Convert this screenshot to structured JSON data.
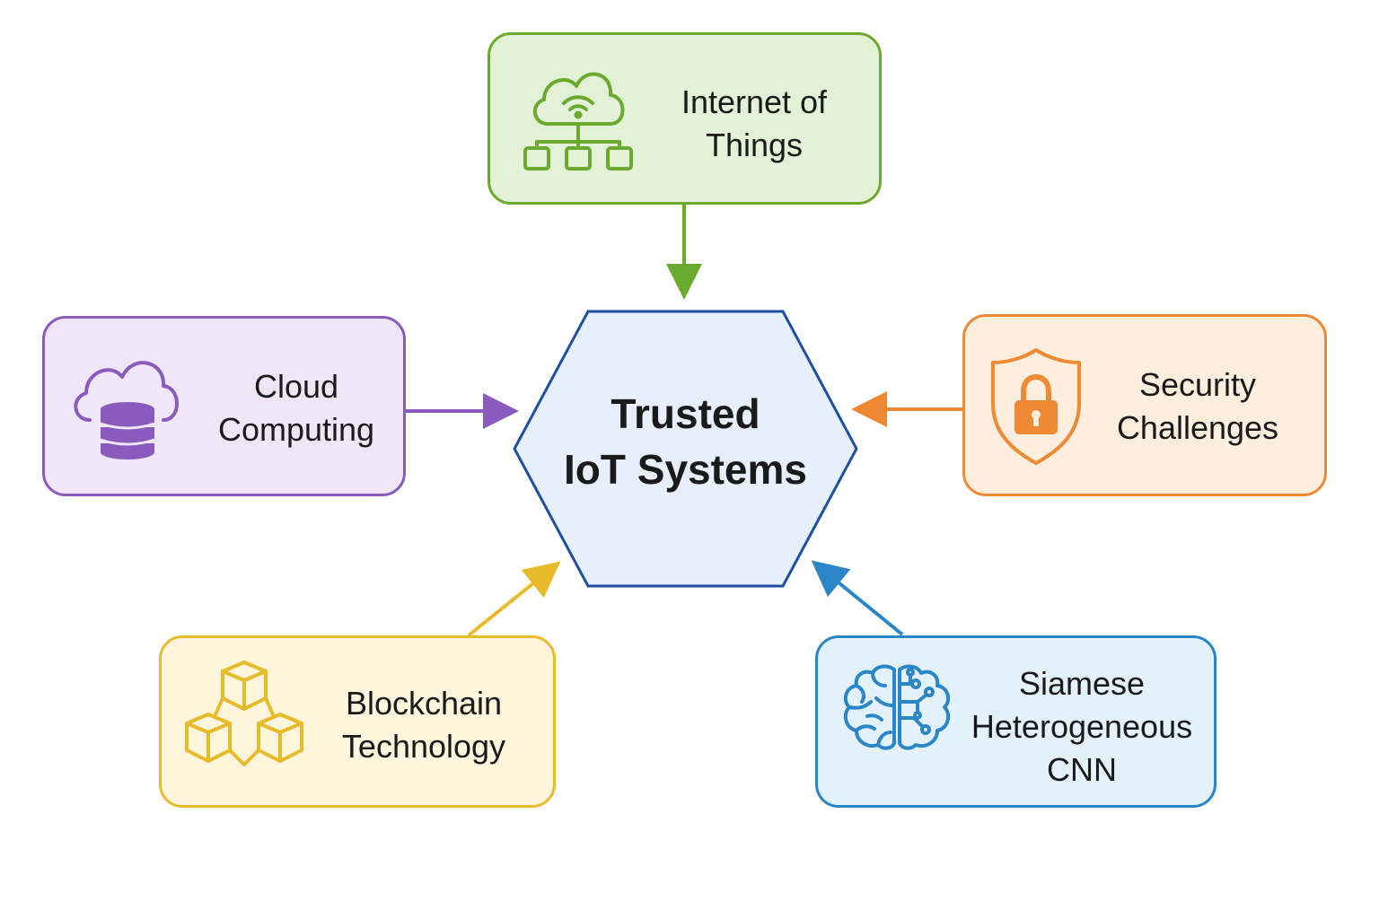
{
  "center": {
    "lines": [
      "Trusted",
      "IoT Systems"
    ],
    "fill": "#e6effb",
    "stroke": "#1f4fa3"
  },
  "nodes": {
    "iot": {
      "lines": [
        "Internet of",
        "Things"
      ],
      "icon": "cloud-wifi-network-icon",
      "fill": "#e3f2d6",
      "stroke": "#6aaa2f"
    },
    "cloud": {
      "lines": [
        "Cloud",
        "Computing"
      ],
      "icon": "cloud-database-icon",
      "fill": "#efe7f8",
      "stroke": "#8a5bbd"
    },
    "security": {
      "lines": [
        "Security",
        "Challenges"
      ],
      "icon": "shield-lock-icon",
      "fill": "#fdeedd",
      "stroke": "#ef8a34"
    },
    "blockchain": {
      "lines": [
        "Blockchain",
        "Technology"
      ],
      "icon": "blocks-cubes-icon",
      "fill": "#fdf6dc",
      "stroke": "#e8bb2a"
    },
    "cnn": {
      "lines": [
        "Siamese",
        "Heterogeneous",
        "CNN"
      ],
      "icon": "brain-circuit-icon",
      "fill": "#e3f1fb",
      "stroke": "#2a86c7"
    }
  }
}
